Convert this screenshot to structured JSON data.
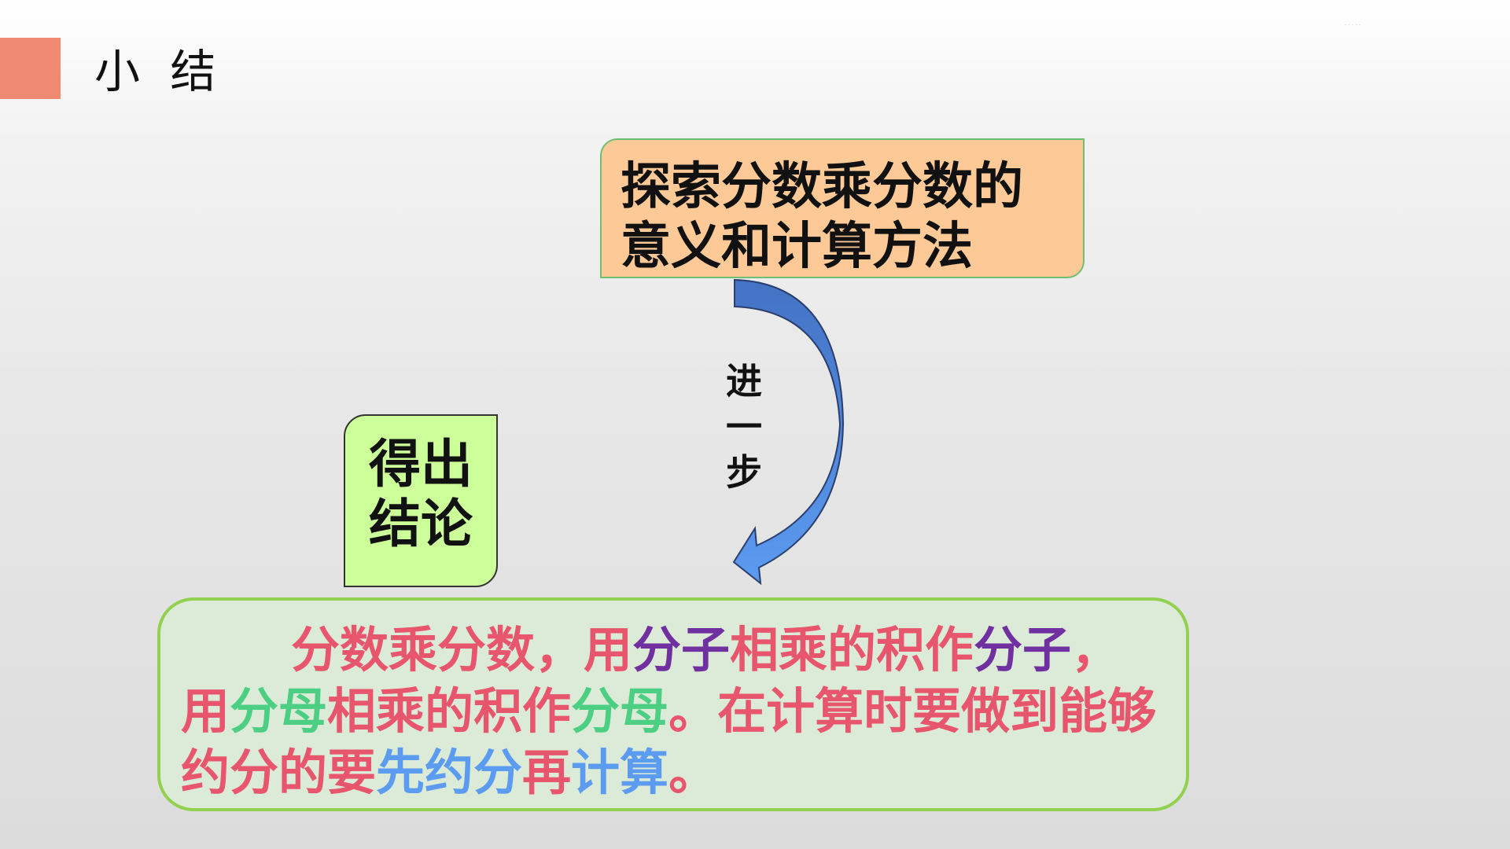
{
  "slide": {
    "title": "小 结",
    "watermark": "· · · · ·"
  },
  "explore_box": {
    "line1": "探索分数乘分数的",
    "line2": "意义和计算方法"
  },
  "step_label": "进\n一\n步",
  "conclude_box": {
    "text": "得出\n结论"
  },
  "result": {
    "segments": [
      {
        "text": "分数乘分数，用",
        "color": "#e8566e"
      },
      {
        "text": "分子",
        "color": "#7030a0"
      },
      {
        "text": "相乘的积作",
        "color": "#e8566e"
      },
      {
        "text": "分子",
        "color": "#7030a0"
      },
      {
        "text": "，用",
        "color": "#e8566e"
      },
      {
        "text": "分母",
        "color": "#4ccf83"
      },
      {
        "text": "相乘的积作",
        "color": "#e8566e"
      },
      {
        "text": "分母",
        "color": "#4ccf83"
      },
      {
        "text": "。在计算时要做到能够约分的要",
        "color": "#e8566e"
      },
      {
        "text": "先约分",
        "color": "#5b9bf0"
      },
      {
        "text": "再",
        "color": "#e8566e"
      },
      {
        "text": "计算",
        "color": "#5b9bf0"
      },
      {
        "text": "。",
        "color": "#e8566e"
      }
    ]
  },
  "colors": {
    "title_accent": "#f08a72",
    "explore_fill": "#fdc996",
    "conclude_fill": "#ccff99",
    "result_fill": "#dcebd8",
    "result_border": "#92d050",
    "arrow_light": "#5b9bf0",
    "arrow_dark": "#4472c4"
  }
}
